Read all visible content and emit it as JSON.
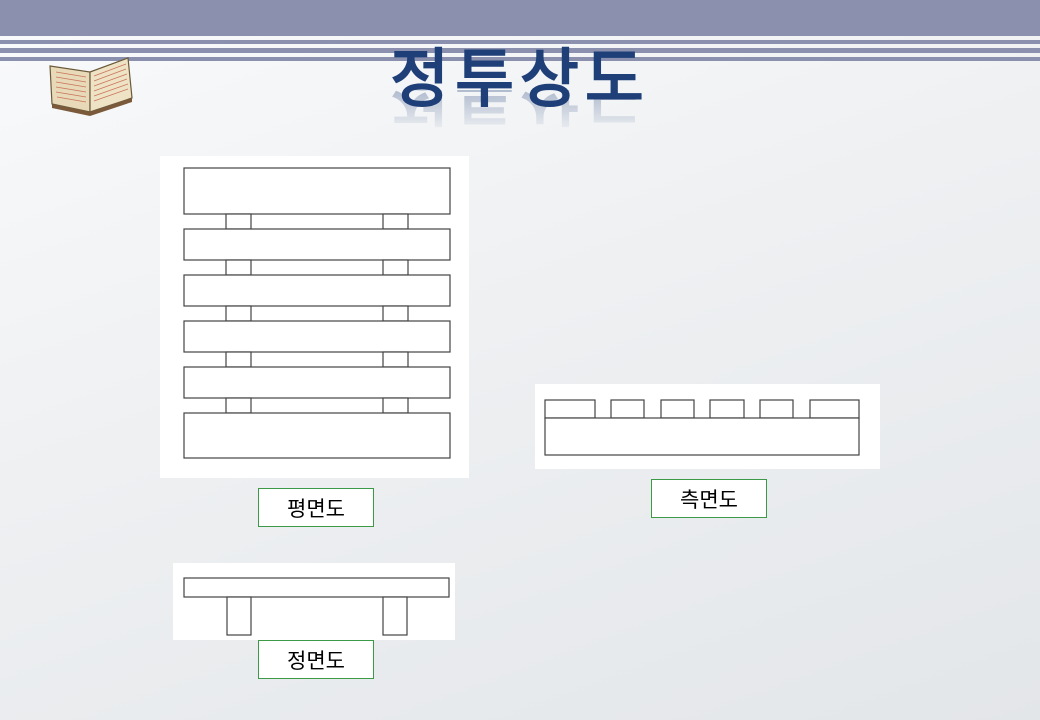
{
  "slide": {
    "title": "정투상도",
    "accent_color": "#8a90ad",
    "title_color": "#1f3f78",
    "label_border_color": "#3c9a46",
    "icon": "open-book-icon"
  },
  "views": {
    "top_view": {
      "label": "평면도"
    },
    "side_view": {
      "label": "측면도"
    },
    "front_view": {
      "label": "정면도"
    }
  }
}
